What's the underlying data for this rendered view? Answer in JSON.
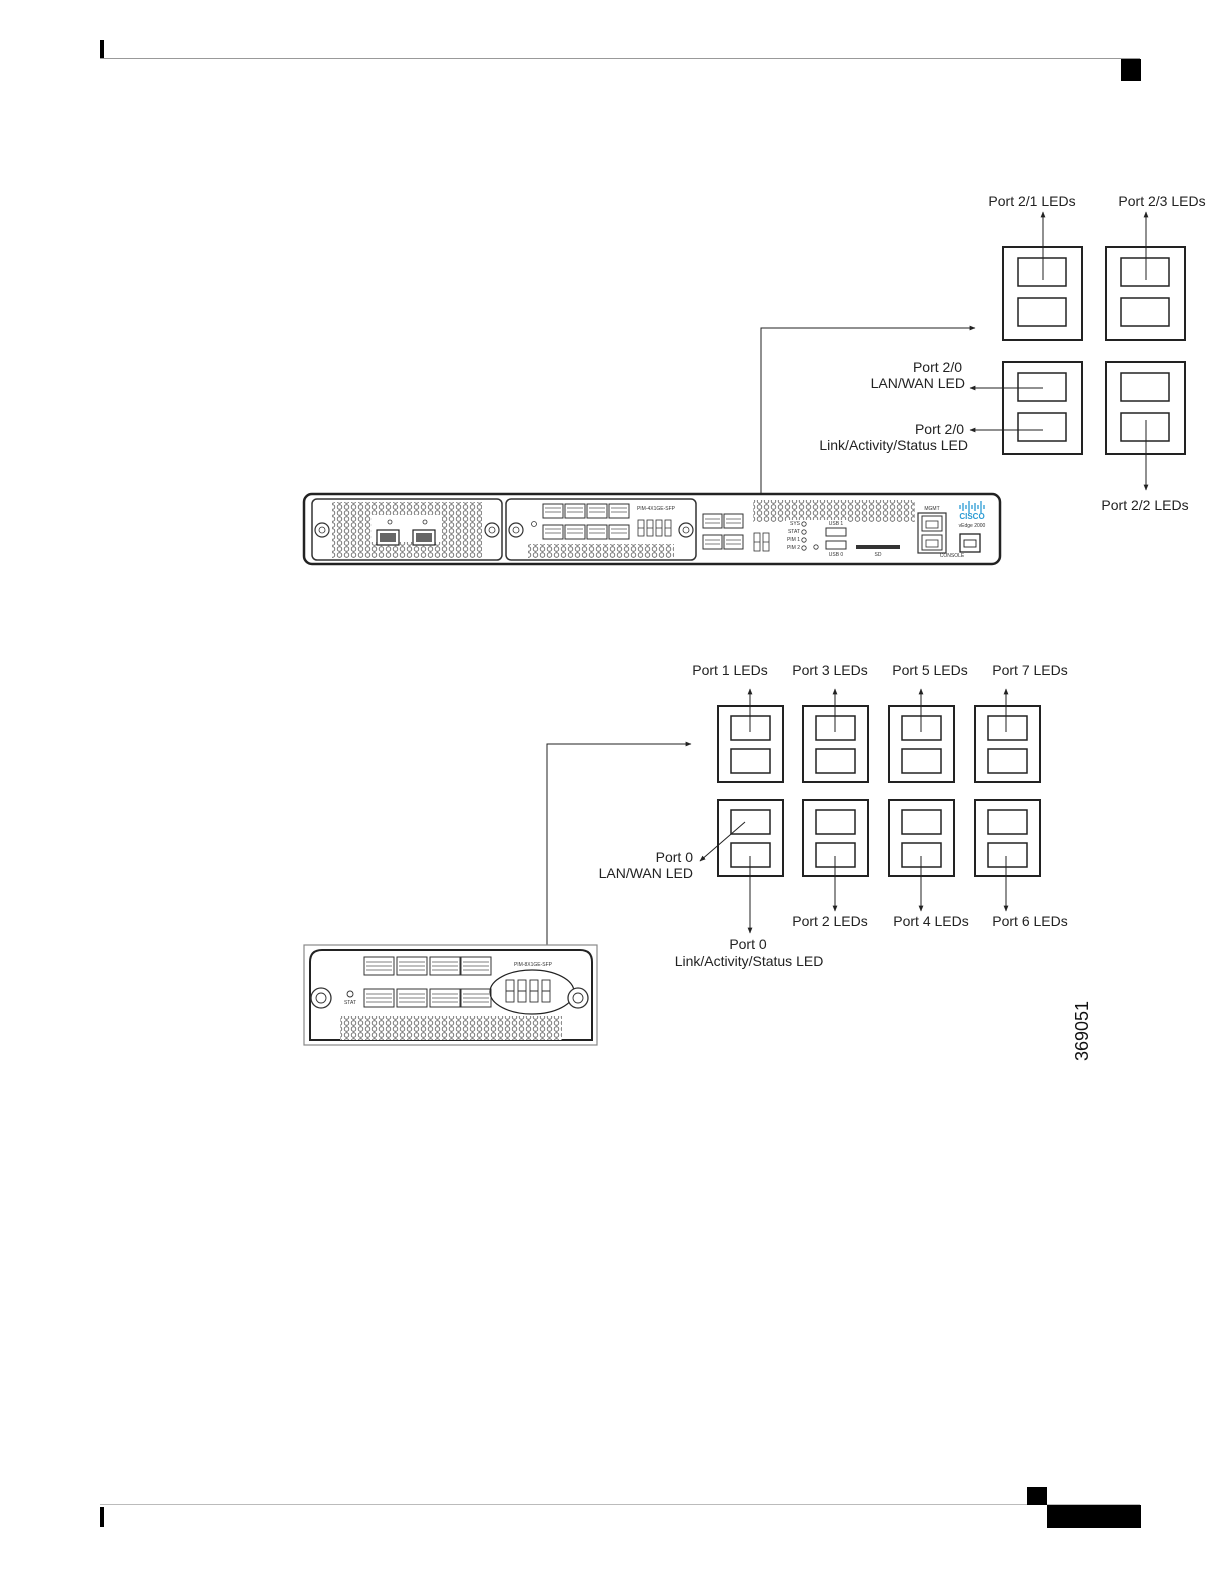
{
  "figure_number": "369051",
  "diagram1": {
    "labels": {
      "port_2_1": "Port 2/1 LEDs",
      "port_2_3": "Port 2/3 LEDs",
      "port_2_0_lanwan_l1": "Port 2/0",
      "port_2_0_lanwan_l2": "LAN/WAN LED",
      "port_2_0_link_l1": "Port 2/0",
      "port_2_0_link_l2": "Link/Activity/Status LED",
      "port_2_2": "Port 2/2 LEDs"
    },
    "device": {
      "brand": "CISCO",
      "model": "vEdge 2000",
      "module_label": "PIM-4X1GE-SFP",
      "console_label": "CONSOLE",
      "mgmt_label": "MGMT",
      "usb0_label": "USB 0",
      "usb1_label": "USB 1",
      "sd_label": "SD",
      "status_labels": [
        "SYS",
        "STAT",
        "PIM 1",
        "PIM 2"
      ]
    }
  },
  "diagram2": {
    "labels": {
      "port_1": "Port 1 LEDs",
      "port_3": "Port 3 LEDs",
      "port_5": "Port 5 LEDs",
      "port_7": "Port 7 LEDs",
      "port_0_lanwan_l1": "Port 0",
      "port_0_lanwan_l2": "LAN/WAN LED",
      "port_2": "Port 2 LEDs",
      "port_4": "Port 4 LEDs",
      "port_6": "Port 6 LEDs",
      "port_0_link_l1": "Port 0",
      "port_0_link_l2": "Link/Activity/Status LED"
    },
    "module": {
      "model": "PIM-8X1GE-SFP",
      "stat_label": "STAT"
    }
  }
}
